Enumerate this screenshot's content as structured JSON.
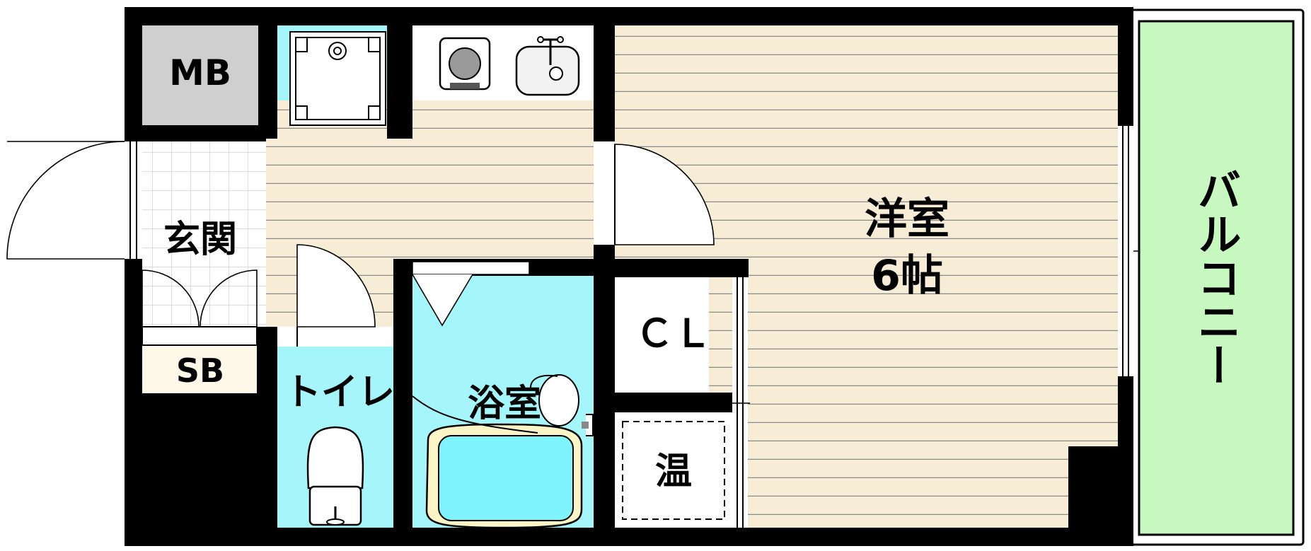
{
  "rooms": {
    "mb": "MB",
    "genkan": "玄関",
    "sb": "SB",
    "toilet": "トイレ",
    "bath": "浴室",
    "closet": "ＣＬ",
    "water_heater": "温",
    "western_line1": "洋室",
    "western_line2": "6帖",
    "balcony": "バルコニー"
  },
  "colors": {
    "wall": "#000000",
    "flooring": "#f7ecd6",
    "floor_lines": "#8a8a8a",
    "wet_area": "#a5f6fb",
    "balcony": "#c6f8c0",
    "mb_gray": "#cfcfcf",
    "tile": "#ffffff",
    "sb_floor": "#fdf8e8"
  }
}
